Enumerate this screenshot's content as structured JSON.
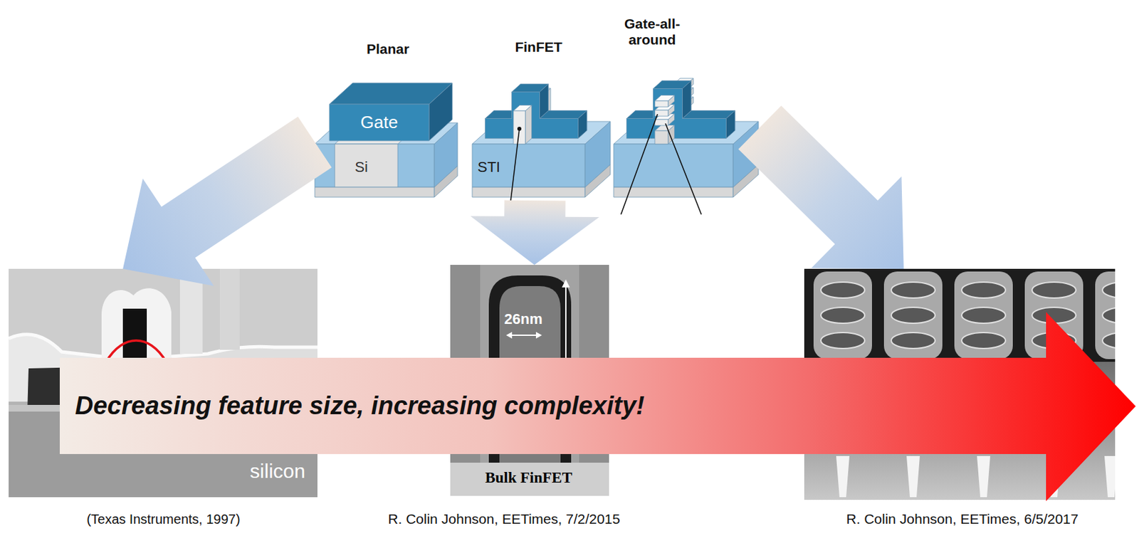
{
  "diagram": {
    "nodes": [
      {
        "text": [
          "Planar",
          "Gate",
          "Si"
        ]
      },
      {
        "text": [
          "FinFET",
          "STI"
        ]
      },
      {
        "text": [
          "Gate-all- around"
        ]
      },
      {
        "text": [
          "silicon",
          "(Texas Instruments, 1997)"
        ]
      },
      {
        "text": [
          "26nm",
          "Bulk FinFET",
          "R. Colin Johnson, EETimes, 7/2/2015"
        ]
      },
      {
        "text": [
          "R. Colin Johnson, EETimes, 6/5/2017"
        ]
      },
      {
        "text": [
          "Decreasing feature size, increasing complexity!"
        ]
      }
    ],
    "edges": [
      {
        "from": 0,
        "to": 3,
        "arrow": "to"
      },
      {
        "from": 1,
        "to": 4,
        "arrow": "to"
      },
      {
        "from": 2,
        "to": 5,
        "arrow": "to"
      }
    ]
  }
}
